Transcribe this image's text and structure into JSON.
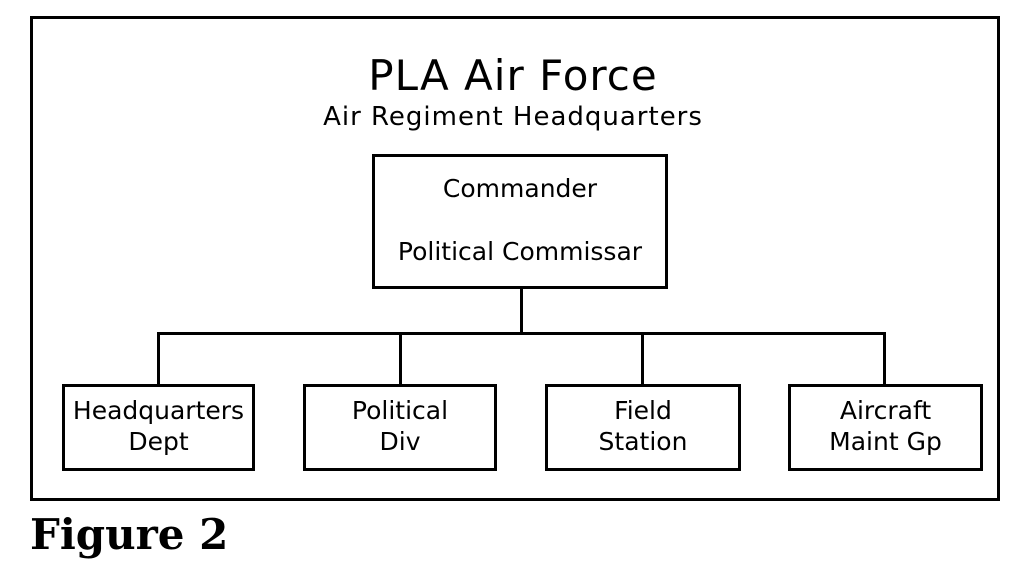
{
  "diagram": {
    "title": "PLA Air Force",
    "subtitle": "Air Regiment Headquarters",
    "top_box": {
      "line1": "Commander",
      "line2": "Political Commissar"
    },
    "children": [
      {
        "line1": "Headquarters",
        "line2": "Dept"
      },
      {
        "line1": "Political",
        "line2": "Div"
      },
      {
        "line1": "Field",
        "line2": "Station"
      },
      {
        "line1": "Aircraft",
        "line2": "Maint Gp"
      }
    ]
  },
  "caption": "Figure 2"
}
